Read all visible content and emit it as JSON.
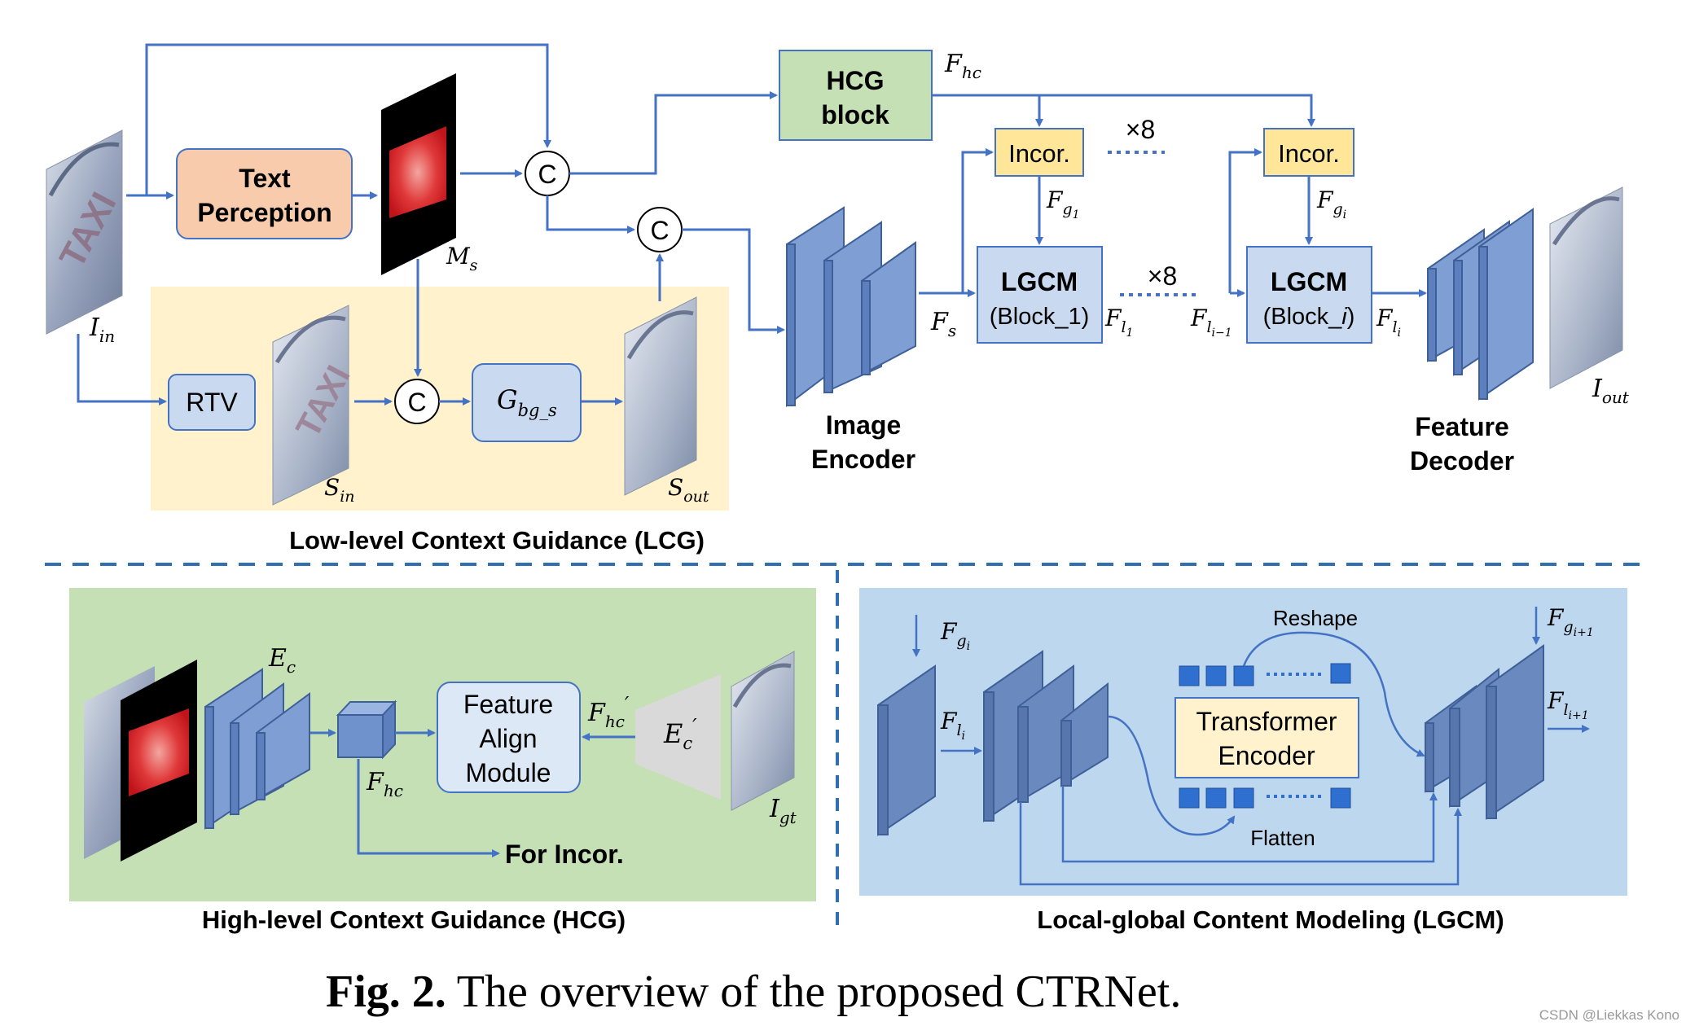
{
  "figure": {
    "caption_label": "Fig. 2.",
    "caption_text": "The overview of the proposed CTRNet.",
    "watermark": "CSDN @Liekkas Kono"
  },
  "sections": {
    "lcg_title": "Low-level Context Guidance (LCG)",
    "hcg_title": "High-level Context Guidance (HCG)",
    "lgcm_title": "Local-global Content Modeling (LGCM)"
  },
  "blocks": {
    "text_perception": [
      "Text",
      "Perception"
    ],
    "hcg_block": [
      "HCG",
      "block"
    ],
    "rtv": "RTV",
    "g_bg": "G",
    "g_bg_sub": "bg_s",
    "incor_1": "Incor.",
    "incor_i": "Incor.",
    "lgcm_1": [
      "LGCM",
      "(Block_1)"
    ],
    "lgcm_i": [
      "LGCM",
      "(Block_",
      "i",
      ")"
    ],
    "image_encoder": [
      "Image",
      "Encoder"
    ],
    "feature_decoder": [
      "Feature",
      "Decoder"
    ],
    "feature_align": [
      "Feature",
      "Align",
      "Module"
    ],
    "for_incor": "For Incor.",
    "transformer_encoder": [
      "Transformer",
      "Encoder"
    ],
    "reshape": "Reshape",
    "flatten": "Flatten",
    "concat": "C",
    "repeat": "×8",
    "taxi": "TAXI"
  },
  "symbols": {
    "I_in": [
      "I",
      "in"
    ],
    "M_s": [
      "M",
      "s"
    ],
    "S_in": [
      "S",
      "in"
    ],
    "S_out": [
      "S",
      "out"
    ],
    "F_hc_top": [
      "F",
      "hc"
    ],
    "F_s": [
      "F",
      "s"
    ],
    "F_g1": [
      "F",
      "g",
      "1"
    ],
    "F_gi_top": [
      "F",
      "g",
      "i"
    ],
    "F_l1": [
      "F",
      "l",
      "1"
    ],
    "F_li_minus": [
      "F",
      "l",
      "i−1"
    ],
    "F_li_top": [
      "F",
      "l",
      "i"
    ],
    "I_out": [
      "I",
      "out"
    ],
    "E_c": [
      "E",
      "c"
    ],
    "E_c_prime": [
      "E",
      "c",
      "′"
    ],
    "F_hc_prime": [
      "F",
      "hc",
      "′"
    ],
    "F_hc_bottom": [
      "F",
      "hc"
    ],
    "I_gt": [
      "I",
      "gt"
    ],
    "F_gi_lgcm": [
      "F",
      "g",
      "i"
    ],
    "F_li_lgcm": [
      "F",
      "l",
      "i"
    ],
    "F_gi1": [
      "F",
      "g",
      "i+1"
    ],
    "F_li1": [
      "F",
      "l",
      "i+1"
    ]
  },
  "colors": {
    "arrow": "#4472c4",
    "text_perception_fill": "#f8cbad",
    "hcg_block_fill": "#c5e0b4",
    "incor_fill": "#ffe699",
    "lgcm_fill": "#c9daf0",
    "lcg_bg": "#fff2cc",
    "hcg_bg": "#c5e0b4",
    "lgcm_bg": "#bdd7ee",
    "feature_map": "#7f9fd4",
    "mask_red": "#d9262b"
  }
}
